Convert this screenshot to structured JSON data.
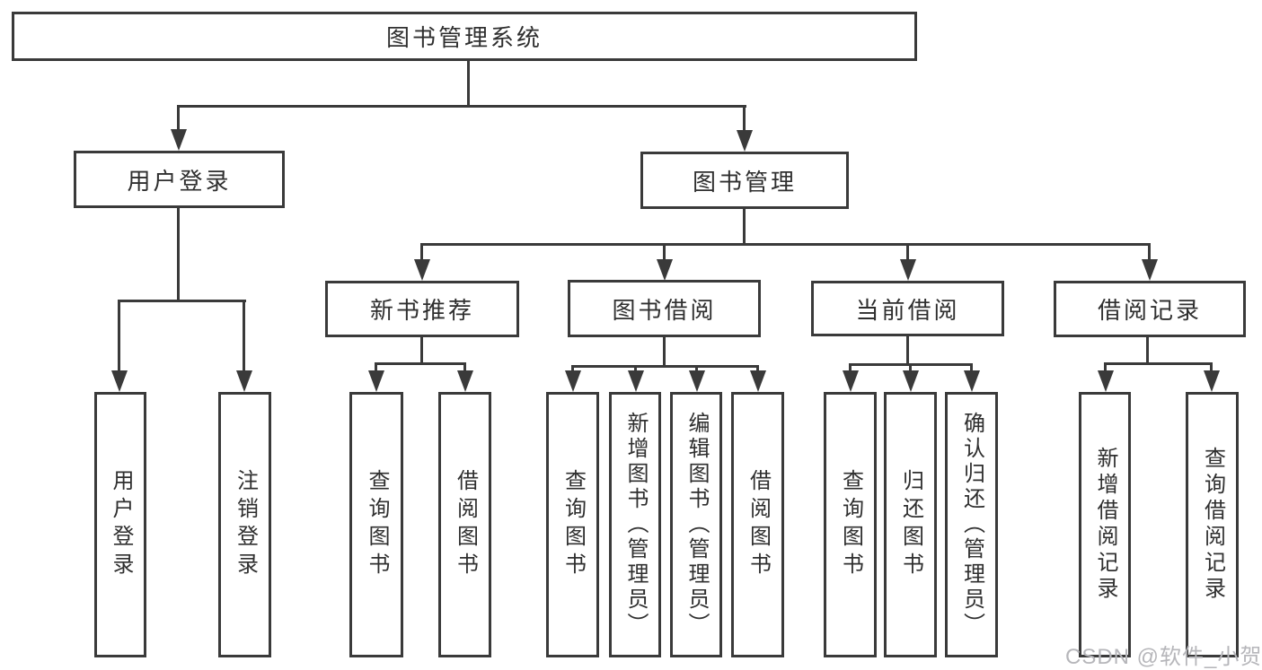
{
  "diagram": {
    "root_label": "图书管理系统",
    "branches": {
      "user_login": {
        "label": "用户登录",
        "leaves": [
          "用户登录",
          "注销登录"
        ]
      },
      "book_mgmt": {
        "label": "图书管理",
        "groups": [
          {
            "label": "新书推荐",
            "leaves": [
              "查询图书",
              "借阅图书"
            ]
          },
          {
            "label": "图书借阅",
            "leaves": [
              "查询图书",
              "新增图书（管理员）",
              "编辑图书（管理员）",
              "借阅图书"
            ]
          },
          {
            "label": "当前借阅",
            "leaves": [
              "查询图书",
              "归还图书",
              "确认归还（管理员）"
            ]
          },
          {
            "label": "借阅记录",
            "leaves": [
              "新增借阅记录",
              "查询借阅记录"
            ]
          }
        ]
      }
    }
  },
  "watermark": "CSDN @软件_小贺同学",
  "colors": {
    "line": "#3a3a3a",
    "background": "#ffffff",
    "text": "#2f2f2f",
    "watermark": "#b6b6ba"
  }
}
